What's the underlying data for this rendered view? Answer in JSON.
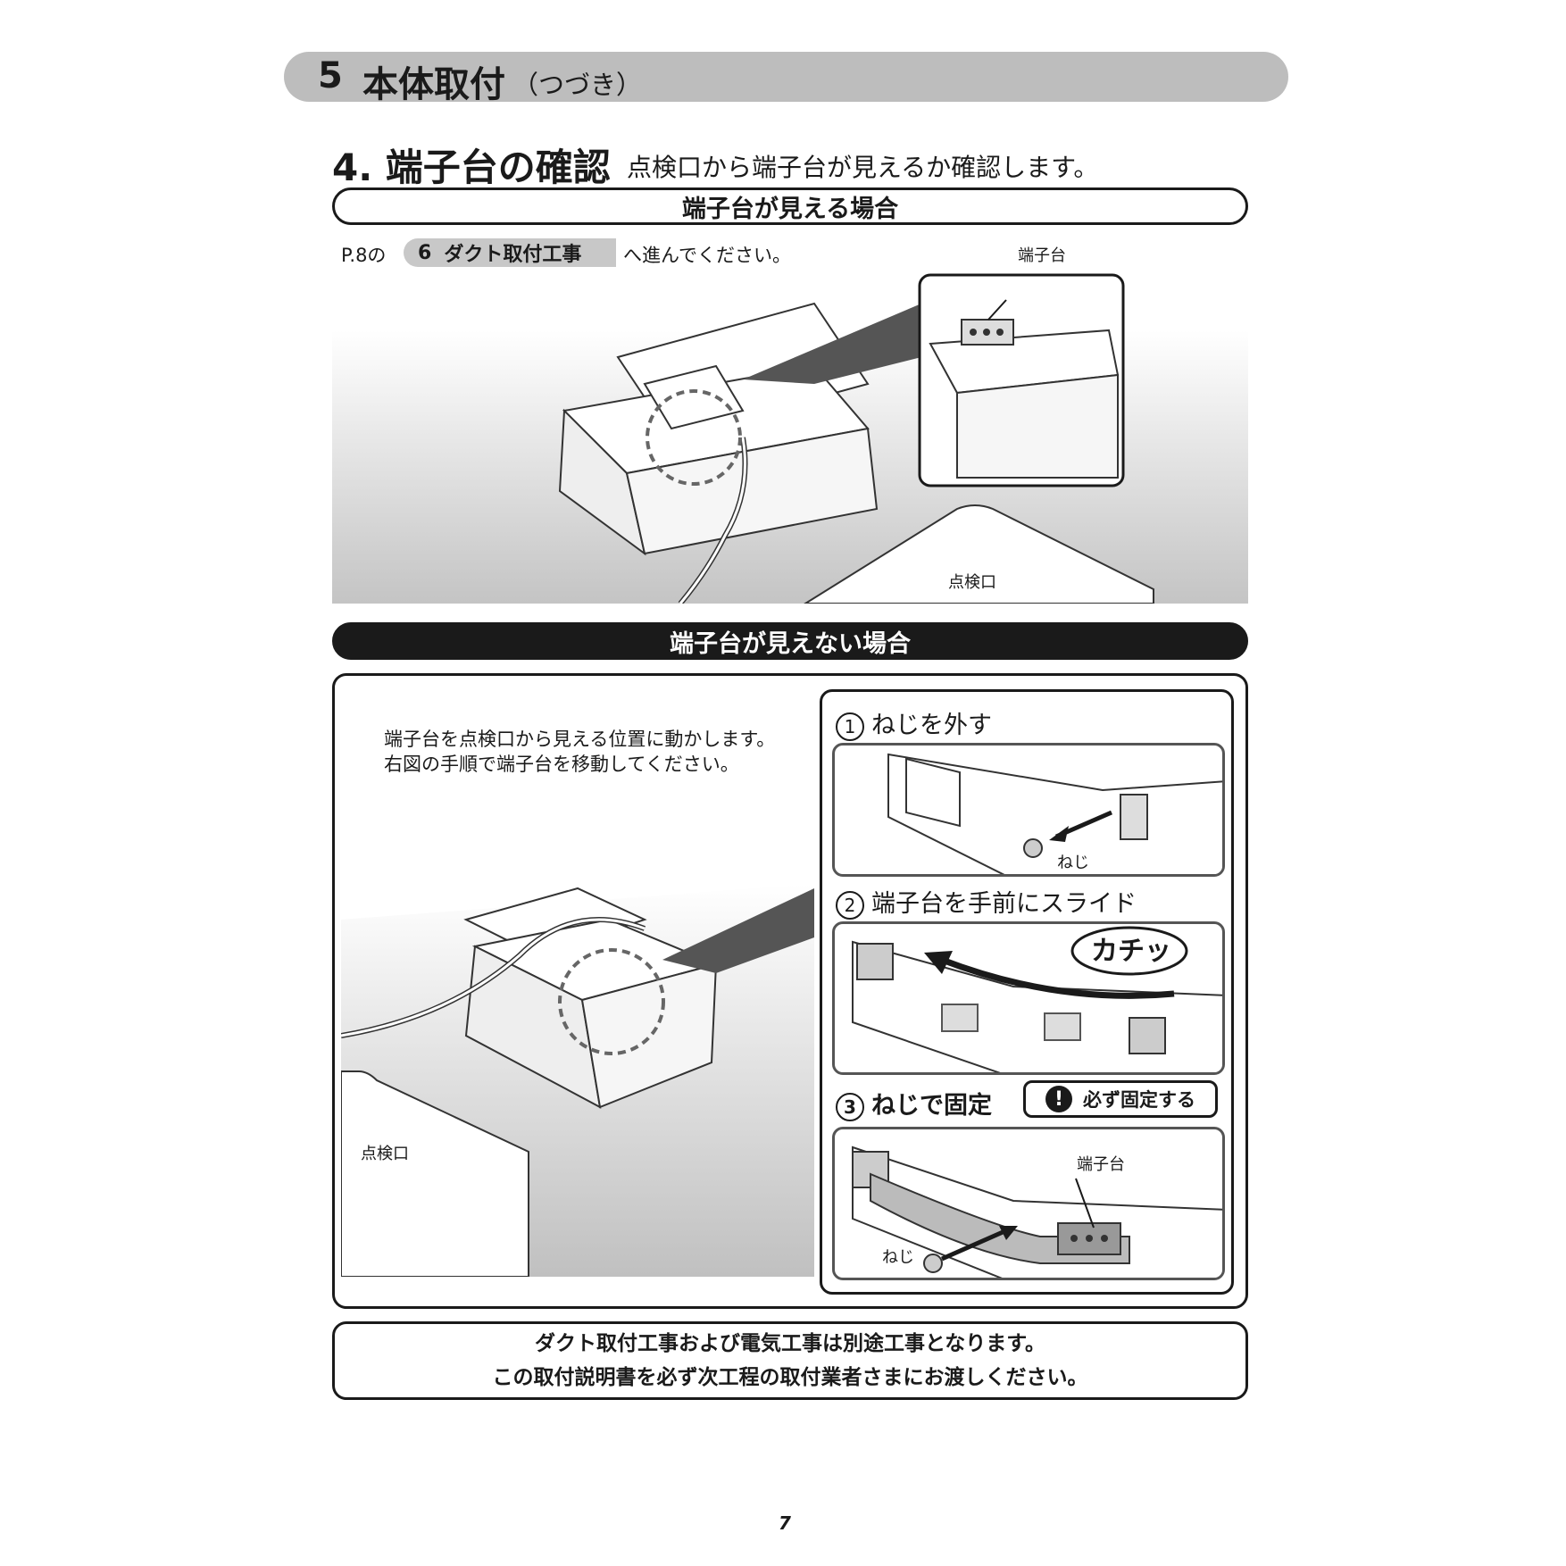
{
  "section": {
    "number": "5",
    "title": "本体取付",
    "continued": "（つづき）"
  },
  "step": {
    "title": "4. 端子台の確認",
    "description": "点検口から端子台が見えるか確認します。"
  },
  "visible_case": {
    "header": "端子台が見える場合",
    "ref_prefix": "P.8の",
    "ref_number": "6",
    "ref_label": "ダクト取付工事",
    "ref_suffix": "へ進んでください。",
    "terminal_label": "端子台",
    "opening_label": "点検口"
  },
  "hidden_case": {
    "header": "端子台が見えない場合",
    "instruction_line1": "端子台を点検口から見える位置に動かします。",
    "instruction_line2": "右図の手順で端子台を移動してください。",
    "opening_label": "点検口",
    "steps": [
      {
        "number": "1",
        "title": "ねじを外す",
        "screw_label": "ねじ"
      },
      {
        "number": "2",
        "title": "端子台を手前にスライド",
        "sound": "カチッ"
      },
      {
        "number": "3",
        "title": "ねじで固定",
        "warning": "必ず固定する",
        "terminal_label": "端子台",
        "screw_label": "ねじ"
      }
    ]
  },
  "note": {
    "line1": "ダクト取付工事および電気工事は別途工事となります。",
    "line2": "この取付説明書を必ず次工程の取付業者さまにお渡しください。"
  },
  "page_number": "7",
  "colors": {
    "section_bar": "#bdbdbd",
    "ink": "#1a1a1a",
    "tag_gray": "#c8c8c8"
  }
}
